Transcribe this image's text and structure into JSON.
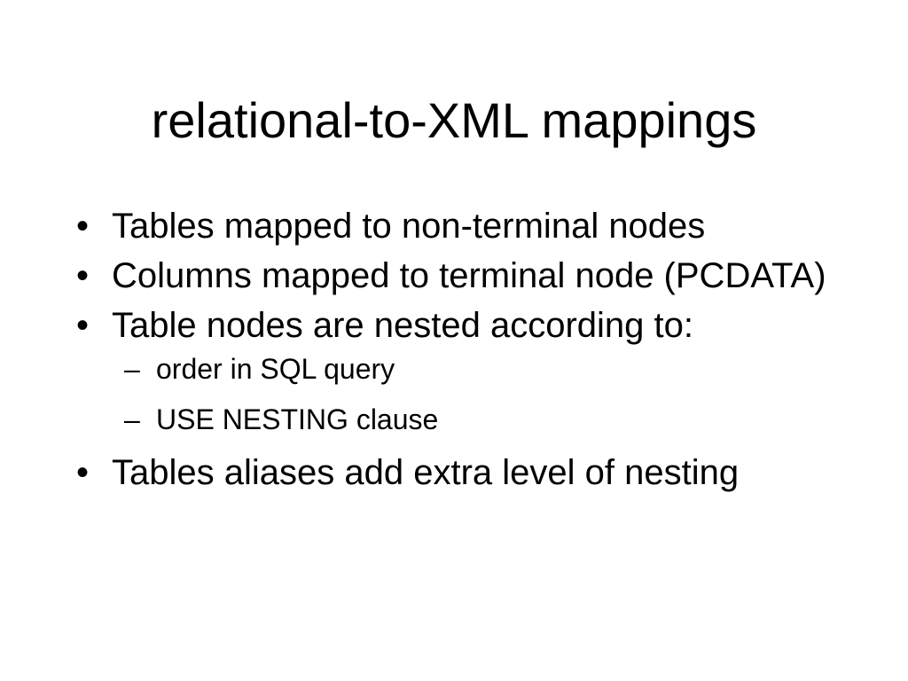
{
  "slide": {
    "title": "relational-to-XML mappings",
    "bullet_marker": "•",
    "sub_bullet_marker": "–",
    "bullets": [
      {
        "text": "Tables mapped to non-terminal nodes"
      },
      {
        "text": "Columns mapped to terminal node (PCDATA)"
      },
      {
        "text": "Table nodes are nested according to:",
        "sub_bullets": [
          {
            "text": "order in SQL query"
          },
          {
            "text": "USE NESTING clause"
          }
        ]
      },
      {
        "text": "Tables aliases add extra level of nesting"
      }
    ]
  }
}
